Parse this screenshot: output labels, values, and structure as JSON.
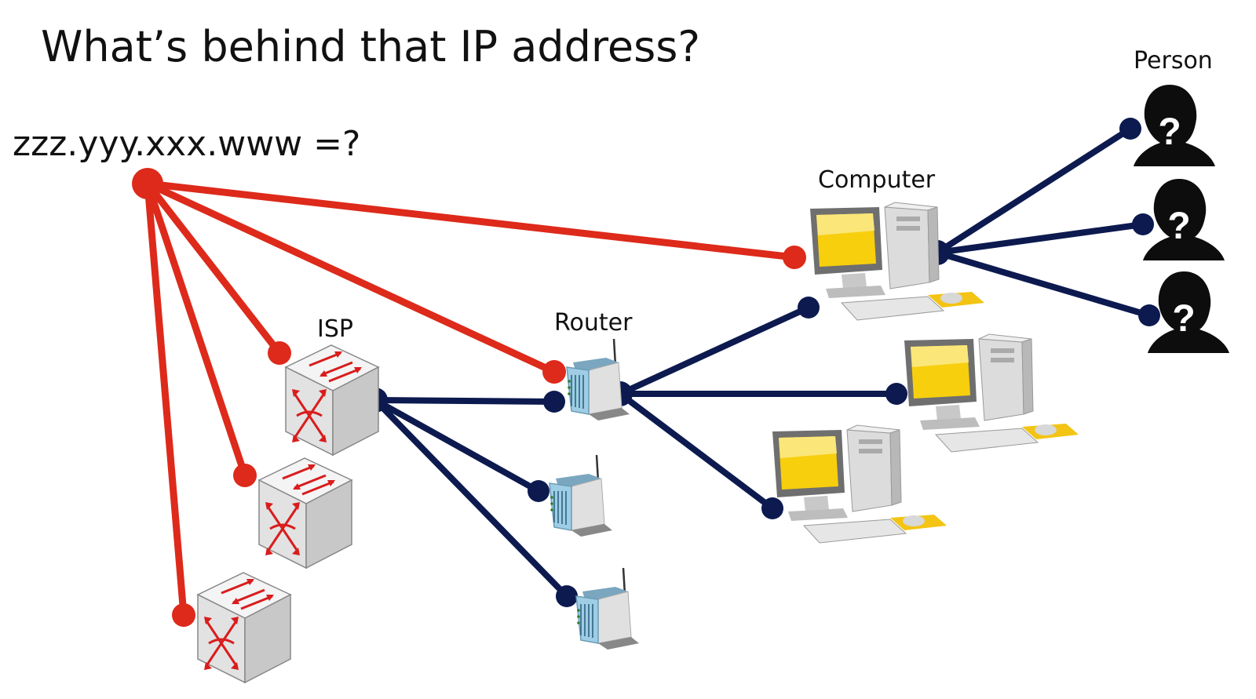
{
  "title": "What’s behind that IP address?",
  "ip_query": "zzz.yyy.xxx.www =?",
  "labels": {
    "isp": "ISP",
    "router": "Router",
    "computer": "Computer",
    "person": "Person"
  },
  "person_glyph": "?",
  "colors": {
    "red_link": "#dd2a1b",
    "navy_link": "#0c1a4f",
    "screen_yellow": "#f7cf0d",
    "router_blue": "#8fc4de",
    "switch_arrow": "#d91c1c"
  },
  "icons": [
    "switch-cube-icon",
    "router-modem-icon",
    "desktop-computer-icon",
    "hooded-person-icon"
  ]
}
